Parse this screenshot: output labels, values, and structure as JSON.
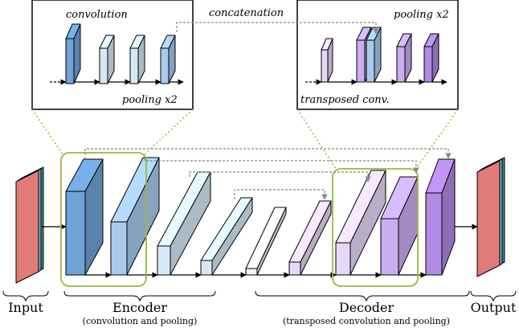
{
  "inset_left": {
    "convolution_label": "convolution",
    "pooling_label": "pooling x2"
  },
  "inset_middle": {
    "concatenation_label": "concatenation"
  },
  "inset_right": {
    "pooling_label": "pooling x2",
    "transposed_label": "transposed conv."
  },
  "sections": {
    "input_label": "Input",
    "encoder_label": "Encoder",
    "encoder_sub": "(convolution and pooling)",
    "decoder_label": "Decoder",
    "decoder_sub": "(transposed convolution and pooling)",
    "output_label": "Output"
  },
  "colors": {
    "input_output_face": "#e07b78",
    "input_stack_edge": "#3c8c7a",
    "blue_dark": "#6fa3d8",
    "blue_mid": "#a8cbec",
    "blue_light": "#d6e8f6",
    "purple_light": "#e6d8f7",
    "purple_mid": "#caaef0",
    "purple_dark": "#b28be4",
    "green_frame": "#9cb83c",
    "arrow_gray": "#888888"
  }
}
